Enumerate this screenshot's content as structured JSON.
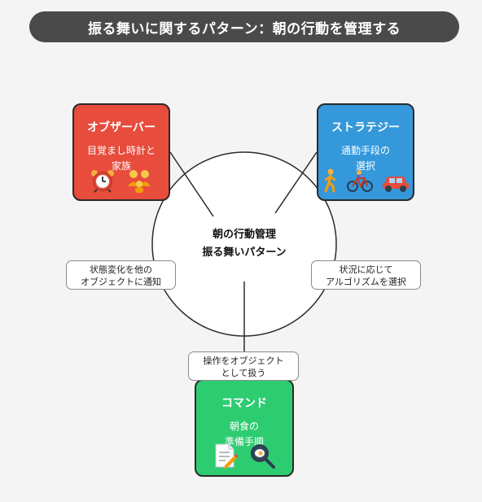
{
  "title": "振る舞いに関するパターン：朝の行動を管理する",
  "center": {
    "line1": "朝の行動管理",
    "line2": "振る舞いパターン"
  },
  "observer": {
    "title": "オブザーバー",
    "desc_line1": "目覚まし時計と",
    "desc_line2": "家族",
    "icons": [
      "alarm-clock-icon",
      "family-icon"
    ],
    "color": "#e74c3c"
  },
  "strategy": {
    "title": "ストラテジー",
    "desc_line1": "通勤手段の",
    "desc_line2": "選択",
    "icons": [
      "walking-person-icon",
      "bicycle-icon",
      "car-icon"
    ],
    "color": "#3498db"
  },
  "command": {
    "title": "コマンド",
    "desc_line1": "朝食の",
    "desc_line2": "準備手順",
    "icons": [
      "memo-icon",
      "frying-pan-icon"
    ],
    "color": "#2ecc71"
  },
  "notes": {
    "observer_line1": "状態変化を他の",
    "observer_line2": "オブジェクトに通知",
    "strategy_line1": "状況に応じて",
    "strategy_line2": "アルゴリズムを選択",
    "command_line1": "操作をオブジェクト",
    "command_line2": "として扱う"
  }
}
